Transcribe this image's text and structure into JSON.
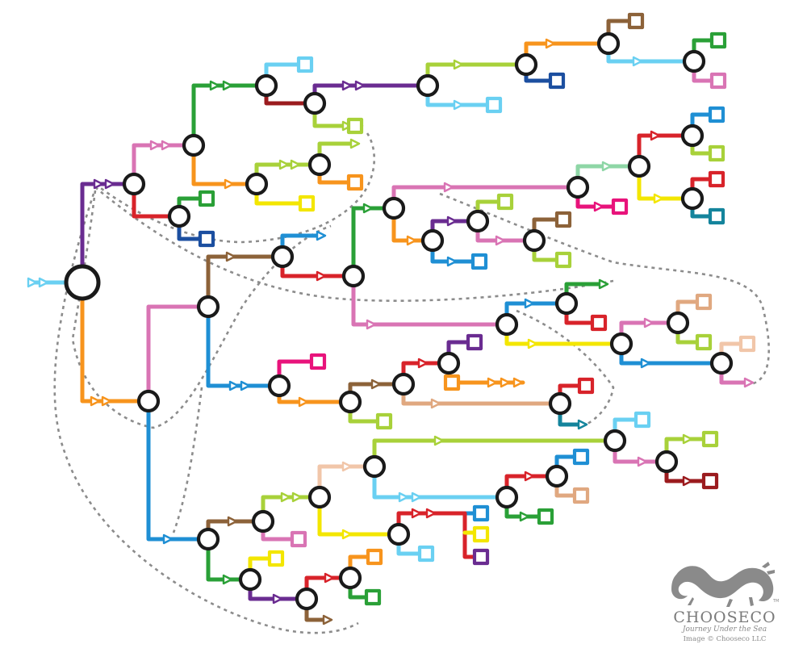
{
  "branding": {
    "publisher": "CHOOSECO",
    "book_title": "Journey Under the Sea",
    "credit": "Image © Chooseco LLC",
    "trademark": "TM",
    "logo_icon": "dragon-icon"
  },
  "colors": {
    "purple": "#6a2c91",
    "orange": "#f7941d",
    "pink": "#d974b4",
    "green": "#2aa037",
    "red": "#d8232a",
    "blue": "#1f8fd4",
    "cyan": "#6ad0f2",
    "lime": "#a8d13a",
    "yellow": "#f3e600",
    "brown": "#8c6239",
    "darkblue": "#1c4fa0",
    "tan": "#e0a880",
    "magenta": "#e8137b",
    "mint": "#8ed6a6",
    "teal": "#14849c",
    "darkred": "#9b1b1e",
    "peach": "#f1c6a9",
    "node_stroke": "#1a1a1a",
    "dotted": "#8c8c8c"
  }
}
